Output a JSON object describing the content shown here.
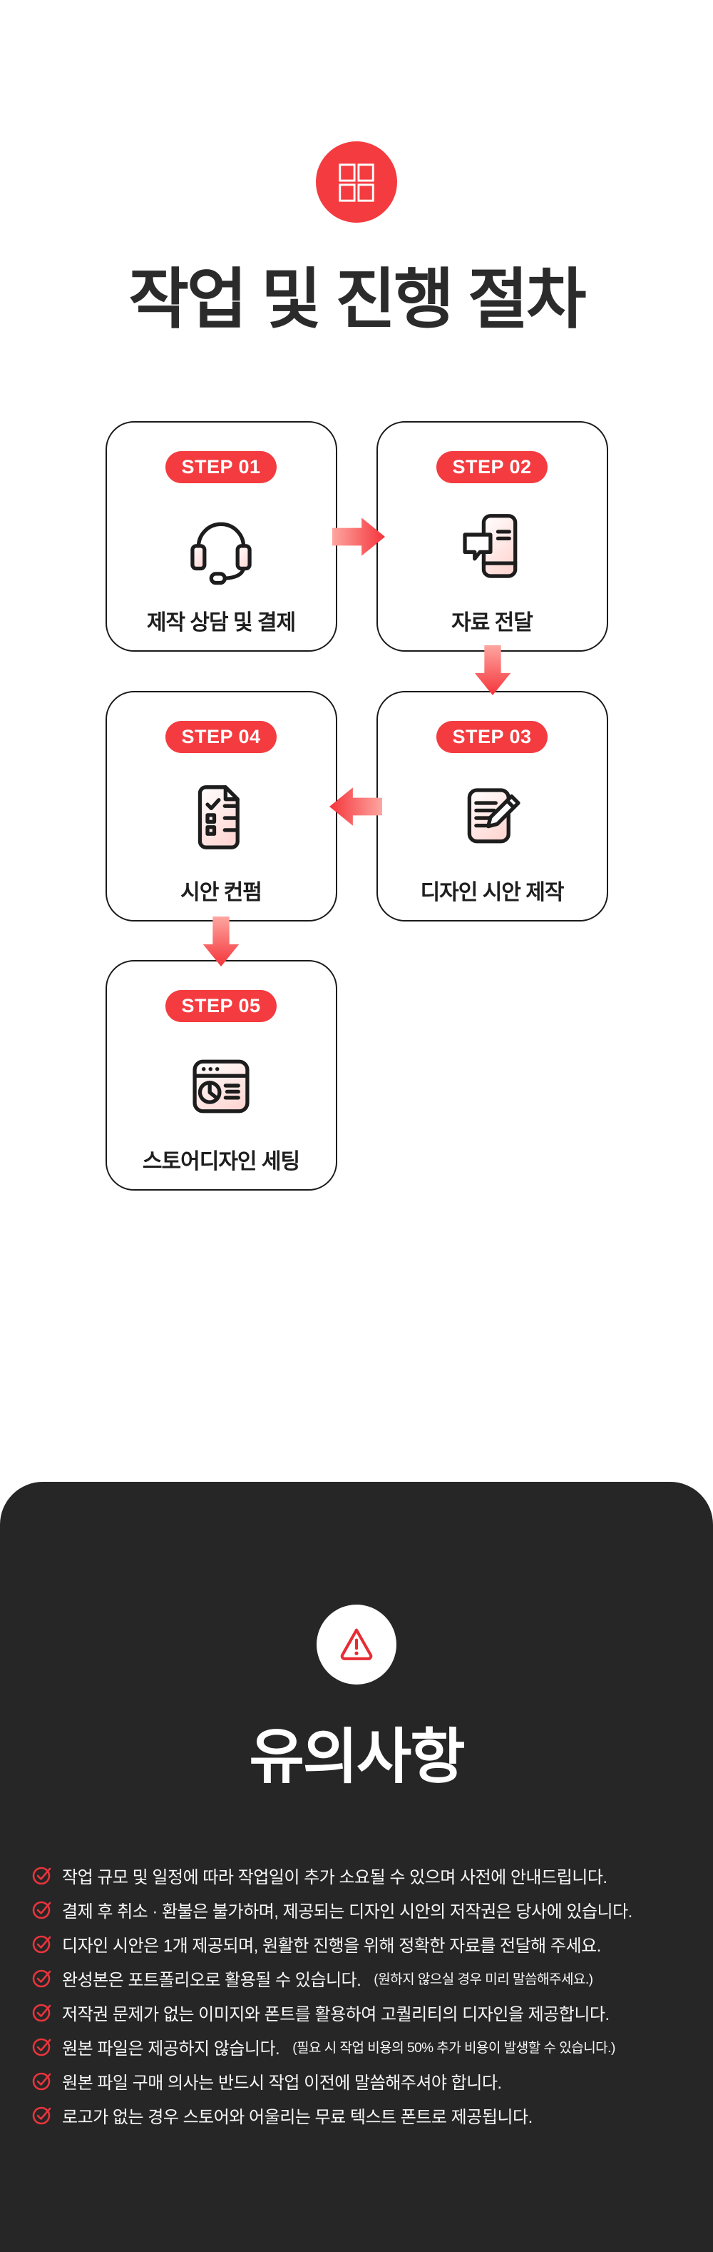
{
  "page": {
    "background": "#ffffff",
    "accent_red": "#f43b3f",
    "dark_background": "#262626",
    "title_color": "#2b2b2b"
  },
  "header": {
    "icon": "grid-icon",
    "title": "작업 및 진행 절차"
  },
  "steps": [
    {
      "badge": "STEP 01",
      "label": "제작 상담 및 결제",
      "icon": "headset-icon"
    },
    {
      "badge": "STEP 02",
      "label": "자료 전달",
      "icon": "phone-chat-icon"
    },
    {
      "badge": "STEP 03",
      "label": "디자인 시안 제작",
      "icon": "note-pencil-icon"
    },
    {
      "badge": "STEP 04",
      "label": "시안 컨펌",
      "icon": "checklist-document-icon"
    },
    {
      "badge": "STEP 05",
      "label": "스토어디자인 세팅",
      "icon": "browser-chart-icon"
    }
  ],
  "flow_arrows": [
    {
      "from": "STEP 01",
      "to": "STEP 02",
      "direction": "right"
    },
    {
      "from": "STEP 02",
      "to": "STEP 03",
      "direction": "down"
    },
    {
      "from": "STEP 03",
      "to": "STEP 04",
      "direction": "left"
    },
    {
      "from": "STEP 04",
      "to": "STEP 05",
      "direction": "down"
    }
  ],
  "notice": {
    "icon": "warning-triangle-icon",
    "title": "유의사항",
    "items": [
      {
        "text": "작업 규모 및 일정에 따라 작업일이 추가 소요될 수 있으며 사전에 안내드립니다.",
        "sub": ""
      },
      {
        "text": "결제 후 취소 · 환불은 불가하며, 제공되는 디자인 시안의 저작권은 당사에 있습니다.",
        "sub": ""
      },
      {
        "text": "디자인 시안은 1개 제공되며, 원활한 진행을 위해 정확한 자료를 전달해 주세요.",
        "sub": ""
      },
      {
        "text": "완성본은 포트폴리오로 활용될 수 있습니다.",
        "sub": "(원하지 않으실 경우 미리 말씀해주세요.)"
      },
      {
        "text": "저작권 문제가 없는 이미지와 폰트를 활용하여 고퀄리티의 디자인을 제공합니다.",
        "sub": ""
      },
      {
        "text": "원본 파일은 제공하지 않습니다.",
        "sub": "(필요 시 작업 비용의 50% 추가 비용이 발생할 수 있습니다.)"
      },
      {
        "text": "원본 파일 구매 의사는 반드시 작업 이전에 말씀해주셔야 합니다.",
        "sub": ""
      },
      {
        "text": "로고가 없는 경우 스토어와 어울리는 무료 텍스트 폰트로 제공됩니다.",
        "sub": ""
      }
    ]
  }
}
